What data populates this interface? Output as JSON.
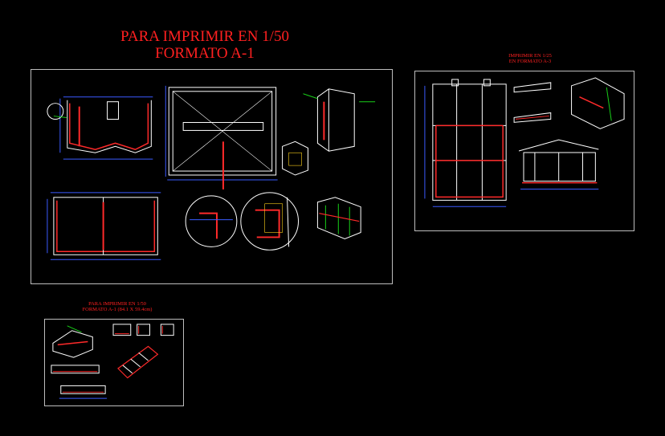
{
  "titles": {
    "main_line1": "PARA IMPRIMIR EN 1/50",
    "main_line2": "FORMATO A-1",
    "right_line1": "IMPRIMIR EN 1/25",
    "right_line2": "EN FORMATO A-3",
    "bottom_line1": "PARA IMPRIMIR EN 1/50",
    "bottom_line2": "FORMATO A-1  (84.1 X 59.4cm)"
  },
  "colors": {
    "background": "#000000",
    "title": "#ff2020",
    "sheet_border": "#bdbdbd",
    "structure": "#ffffff",
    "rebar": "#ff2a2a",
    "dimension": "#3a5bff",
    "annotation": "#18d018",
    "hatch": "#ffd21a"
  }
}
